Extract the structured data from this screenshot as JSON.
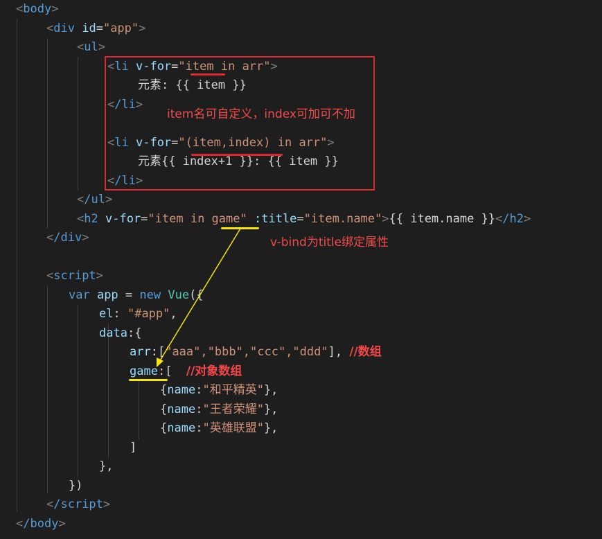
{
  "code": {
    "l1_open": "<",
    "l1_tag": "body",
    "l1_close": ">",
    "l2_tag": "div",
    "l2_attr": "id",
    "l2_val": "\"app\"",
    "l3_tag": "ul",
    "l4_tag": "li",
    "l4_attr": "v-for",
    "l4_q1": "\"",
    "l4_item": "item",
    "l4_rest": " in arr\"",
    "l5_text": "元素: {{ item }}",
    "l6_tag": "/li",
    "l8_tag": "li",
    "l8_attr": "v-for",
    "l8_q1": "\"",
    "l8_expr": "(item,index)",
    "l8_rest": " in arr\"",
    "l9_text1": "元素{{ index+1 }}: {{ item }}",
    "l10_tag": "/li",
    "l11_tag": "/ul",
    "l12_tag": "h2",
    "l12_attr": "v-for",
    "l12_q1": "\"item in ",
    "l12_game": "game",
    "l12_q2": "\"",
    "l12_attr2": ":title",
    "l12_val2": "\"item.name\"",
    "l12_text": "{{ item.name }}",
    "l12_etag": "/h2",
    "l13_tag": "/div",
    "l15_tag": "script",
    "l16_var": "var",
    "l16_app": " app ",
    "l16_eq": "= ",
    "l16_new": "new",
    "l16_vue": " Vue",
    "l16_paren": "({",
    "l17_el": "el",
    "l17_val": "\"#app\"",
    "l18_data": "data",
    "l18_brace": ":{",
    "l19_arr": "arr",
    "l19_vals": "\"aaa\",\"bbb\",\"ccc\",\"ddd\"",
    "l19_comment": "//数组",
    "l20_game": "game",
    "l20_comment": "//对象数组",
    "l21_name": "name",
    "l21_val": "\"和平精英\"",
    "l22_name": "name",
    "l22_val": "\"王者荣耀\"",
    "l23_name": "name",
    "l23_val": "\"英雄联盟\"",
    "l24": "]",
    "l25": "},",
    "l26": "})",
    "l27_tag": "/script",
    "l28_tag": "/body"
  },
  "annotations": {
    "note1": "item名可自定义，index可加可不加",
    "note2": "v-bind为title绑定属性"
  },
  "colors": {
    "background": "#1e1e1e",
    "tag": "#569cd6",
    "attribute": "#9cdcfe",
    "string": "#ce9178",
    "annotation": "#f14c4c",
    "highlight_box": "#e0282e",
    "arrow": "#f5e50a"
  }
}
